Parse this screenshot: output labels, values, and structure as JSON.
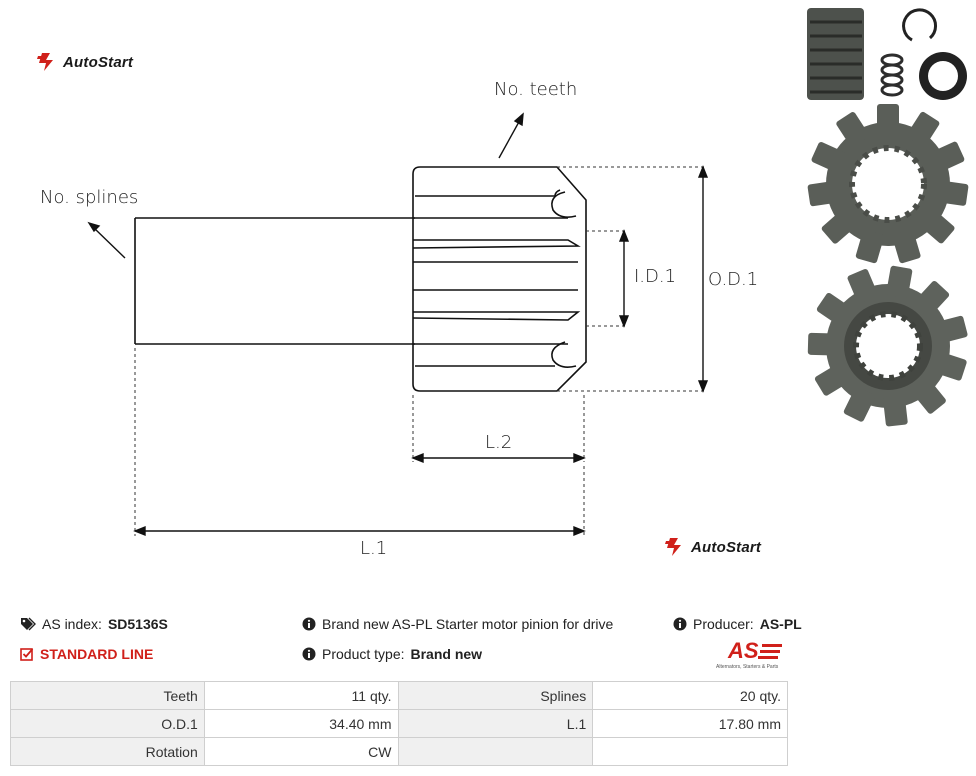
{
  "brand": {
    "logo_text": "AutoStart"
  },
  "drawing": {
    "labels": {
      "no_teeth": "No. teeth",
      "no_splines": "No. splines",
      "id1": "I.D.1",
      "od1": "O.D.1",
      "l2": "L.2",
      "l1": "L.1"
    }
  },
  "product": {
    "index_label": "AS index:",
    "index_value": "SD5136S",
    "standard_line": "STANDARD LINE",
    "description": "Brand new AS-PL Starter motor pinion for drive",
    "type_label": "Product type:",
    "type_value": "Brand new",
    "producer_label": "Producer:",
    "producer_value": "AS-PL",
    "producer_logo_text": "AS",
    "producer_tagline": "Alternators, Starters & Parts"
  },
  "specs": {
    "rows": [
      [
        {
          "label": "Teeth",
          "value": "11 qty."
        },
        {
          "label": "Splines",
          "value": "20 qty."
        }
      ],
      [
        {
          "label": "O.D.1",
          "value": "34.40 mm"
        },
        {
          "label": "L.1",
          "value": "17.80 mm"
        }
      ],
      [
        {
          "label": "Rotation",
          "value": "CW"
        },
        {
          "label": "",
          "value": ""
        }
      ]
    ]
  },
  "colors": {
    "brand_red": "#d0201a",
    "gear_metal": "#5a5e58",
    "accent_text": "#d0201a"
  }
}
